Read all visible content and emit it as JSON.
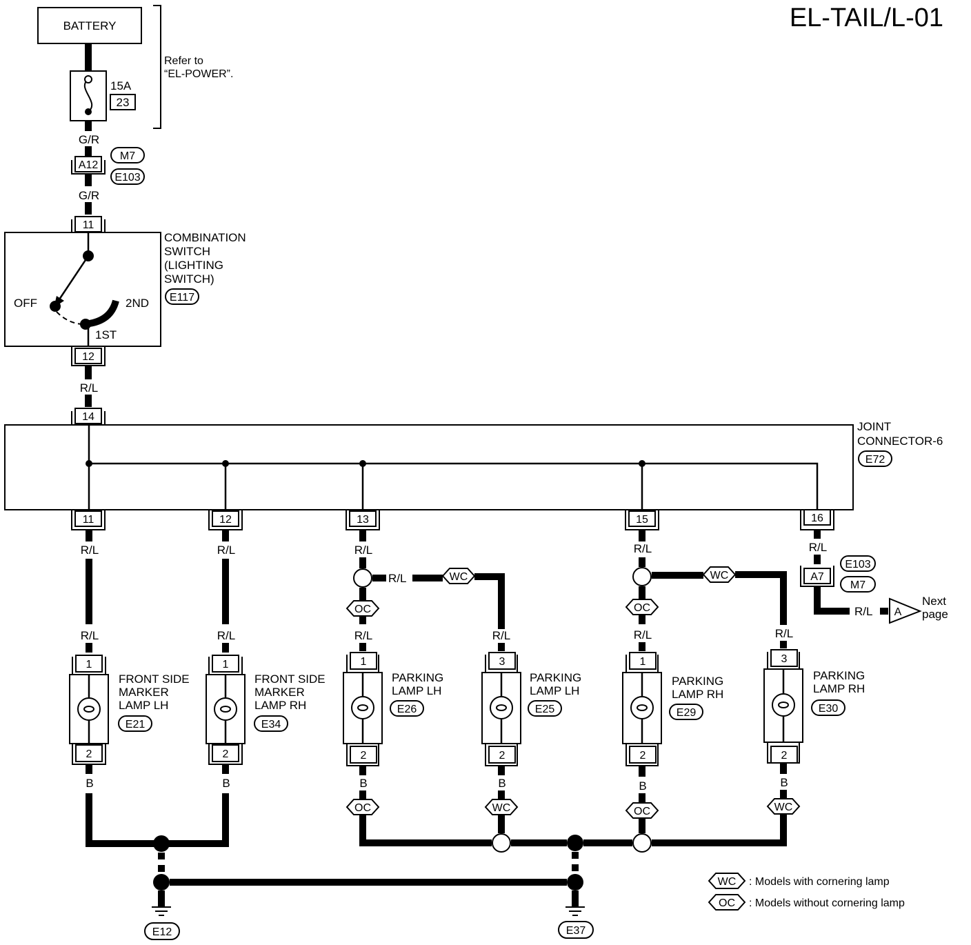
{
  "title": "EL-TAIL/L-01",
  "battery": {
    "label": "BATTERY"
  },
  "fuse": {
    "amperage": "15A",
    "number": "23"
  },
  "refer_note": {
    "line1": "Refer to",
    "line2": "“EL-POWER”."
  },
  "wire_gr": "G/R",
  "wire_rl": "R/L",
  "wire_b": "B",
  "inline_connector": {
    "terminal": "A12",
    "codes": [
      "M7",
      "E103"
    ]
  },
  "combination_switch": {
    "lines": [
      "COMBINATION",
      "SWITCH",
      "(LIGHTING",
      "SWITCH)"
    ],
    "code": "E117",
    "terminal_in": "11",
    "terminal_out": "12",
    "positions": {
      "off": "OFF",
      "first": "1ST",
      "second": "2ND"
    }
  },
  "joint_connector": {
    "lines": [
      "JOINT",
      "CONNECTOR-6"
    ],
    "code": "E72",
    "terminal_in": "14",
    "terminals_out": [
      "11",
      "12",
      "13",
      "15",
      "16"
    ]
  },
  "lamps": [
    {
      "lines": [
        "FRONT SIDE",
        "MARKER",
        "LAMP LH"
      ],
      "code": "E21",
      "pin_in": "1",
      "pin_out": "2"
    },
    {
      "lines": [
        "FRONT SIDE",
        "MARKER",
        "LAMP RH"
      ],
      "code": "E34",
      "pin_in": "1",
      "pin_out": "2"
    },
    {
      "lines": [
        "PARKING",
        "LAMP LH"
      ],
      "code": "E26",
      "pin_in": "1",
      "pin_out": "2"
    },
    {
      "lines": [
        "PARKING",
        "LAMP LH"
      ],
      "code": "E25",
      "pin_in": "3",
      "pin_out": "2"
    },
    {
      "lines": [
        "PARKING",
        "LAMP RH"
      ],
      "code": "E29",
      "pin_in": "1",
      "pin_out": "2"
    },
    {
      "lines": [
        "PARKING",
        "LAMP RH"
      ],
      "code": "E30",
      "pin_in": "3",
      "pin_out": "2"
    }
  ],
  "tags": {
    "wc": "WC",
    "oc": "OC"
  },
  "next_page_connector": {
    "terminal": "A7",
    "codes": [
      "E103",
      "M7"
    ],
    "arrow_letter": "A",
    "note_line1": "Next",
    "note_line2": "page"
  },
  "grounds": [
    "E12",
    "E37"
  ],
  "legend": [
    {
      "tag": "WC",
      "text": ": Models with cornering lamp"
    },
    {
      "tag": "OC",
      "text": ": Models without cornering lamp"
    }
  ]
}
